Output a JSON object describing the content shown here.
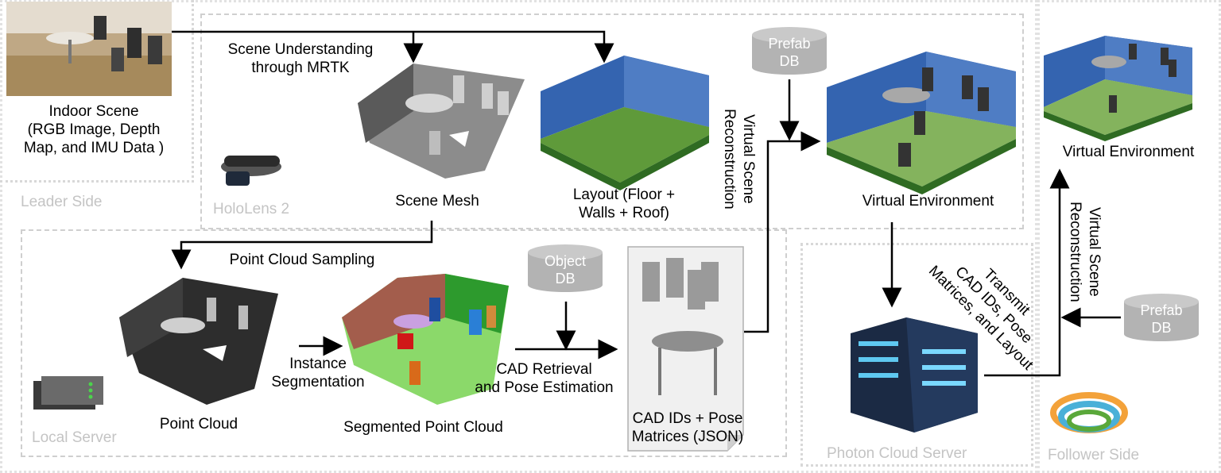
{
  "regions": {
    "leader": "Leader Side",
    "hololens": "HoloLens 2",
    "local_server": "Local Server",
    "photon": "Photon Cloud Server",
    "follower": "Follower Side"
  },
  "nodes": {
    "indoor_scene": [
      "Indoor Scene",
      "(RGB Image, Depth",
      "Map, and IMU Data )"
    ],
    "scene_mesh": "Scene Mesh",
    "layout": [
      "Layout (Floor +",
      "Walls + Roof)"
    ],
    "virtual_env_main": "Virtual Environment",
    "virtual_env_follower": "Virtual Environment",
    "point_cloud": "Point Cloud",
    "segmented": "Segmented Point Cloud",
    "cad_ids": [
      "CAD IDs + Pose",
      "Matrices (JSON)"
    ]
  },
  "edges": {
    "scene_understanding": [
      "Scene Understanding",
      "through MRTK"
    ],
    "point_cloud_sampling": "Point Cloud Sampling",
    "instance_seg": [
      "Instance",
      "Segmentation"
    ],
    "cad_retrieval": [
      "CAD Retrieval",
      "and Pose Estimation"
    ],
    "vsr_main": [
      "Virtual Scene",
      "Reconstruction"
    ],
    "vsr_follower": [
      "Virtual Scene",
      "Reconstruction"
    ],
    "transmit": [
      "Transmit",
      "CAD IDs, Pose",
      "Matrices, and Layout"
    ]
  },
  "databases": {
    "prefab_top": [
      "Prefab",
      "DB"
    ],
    "object_db": [
      "Object",
      "DB"
    ],
    "prefab_right": [
      "Prefab",
      "DB"
    ]
  }
}
